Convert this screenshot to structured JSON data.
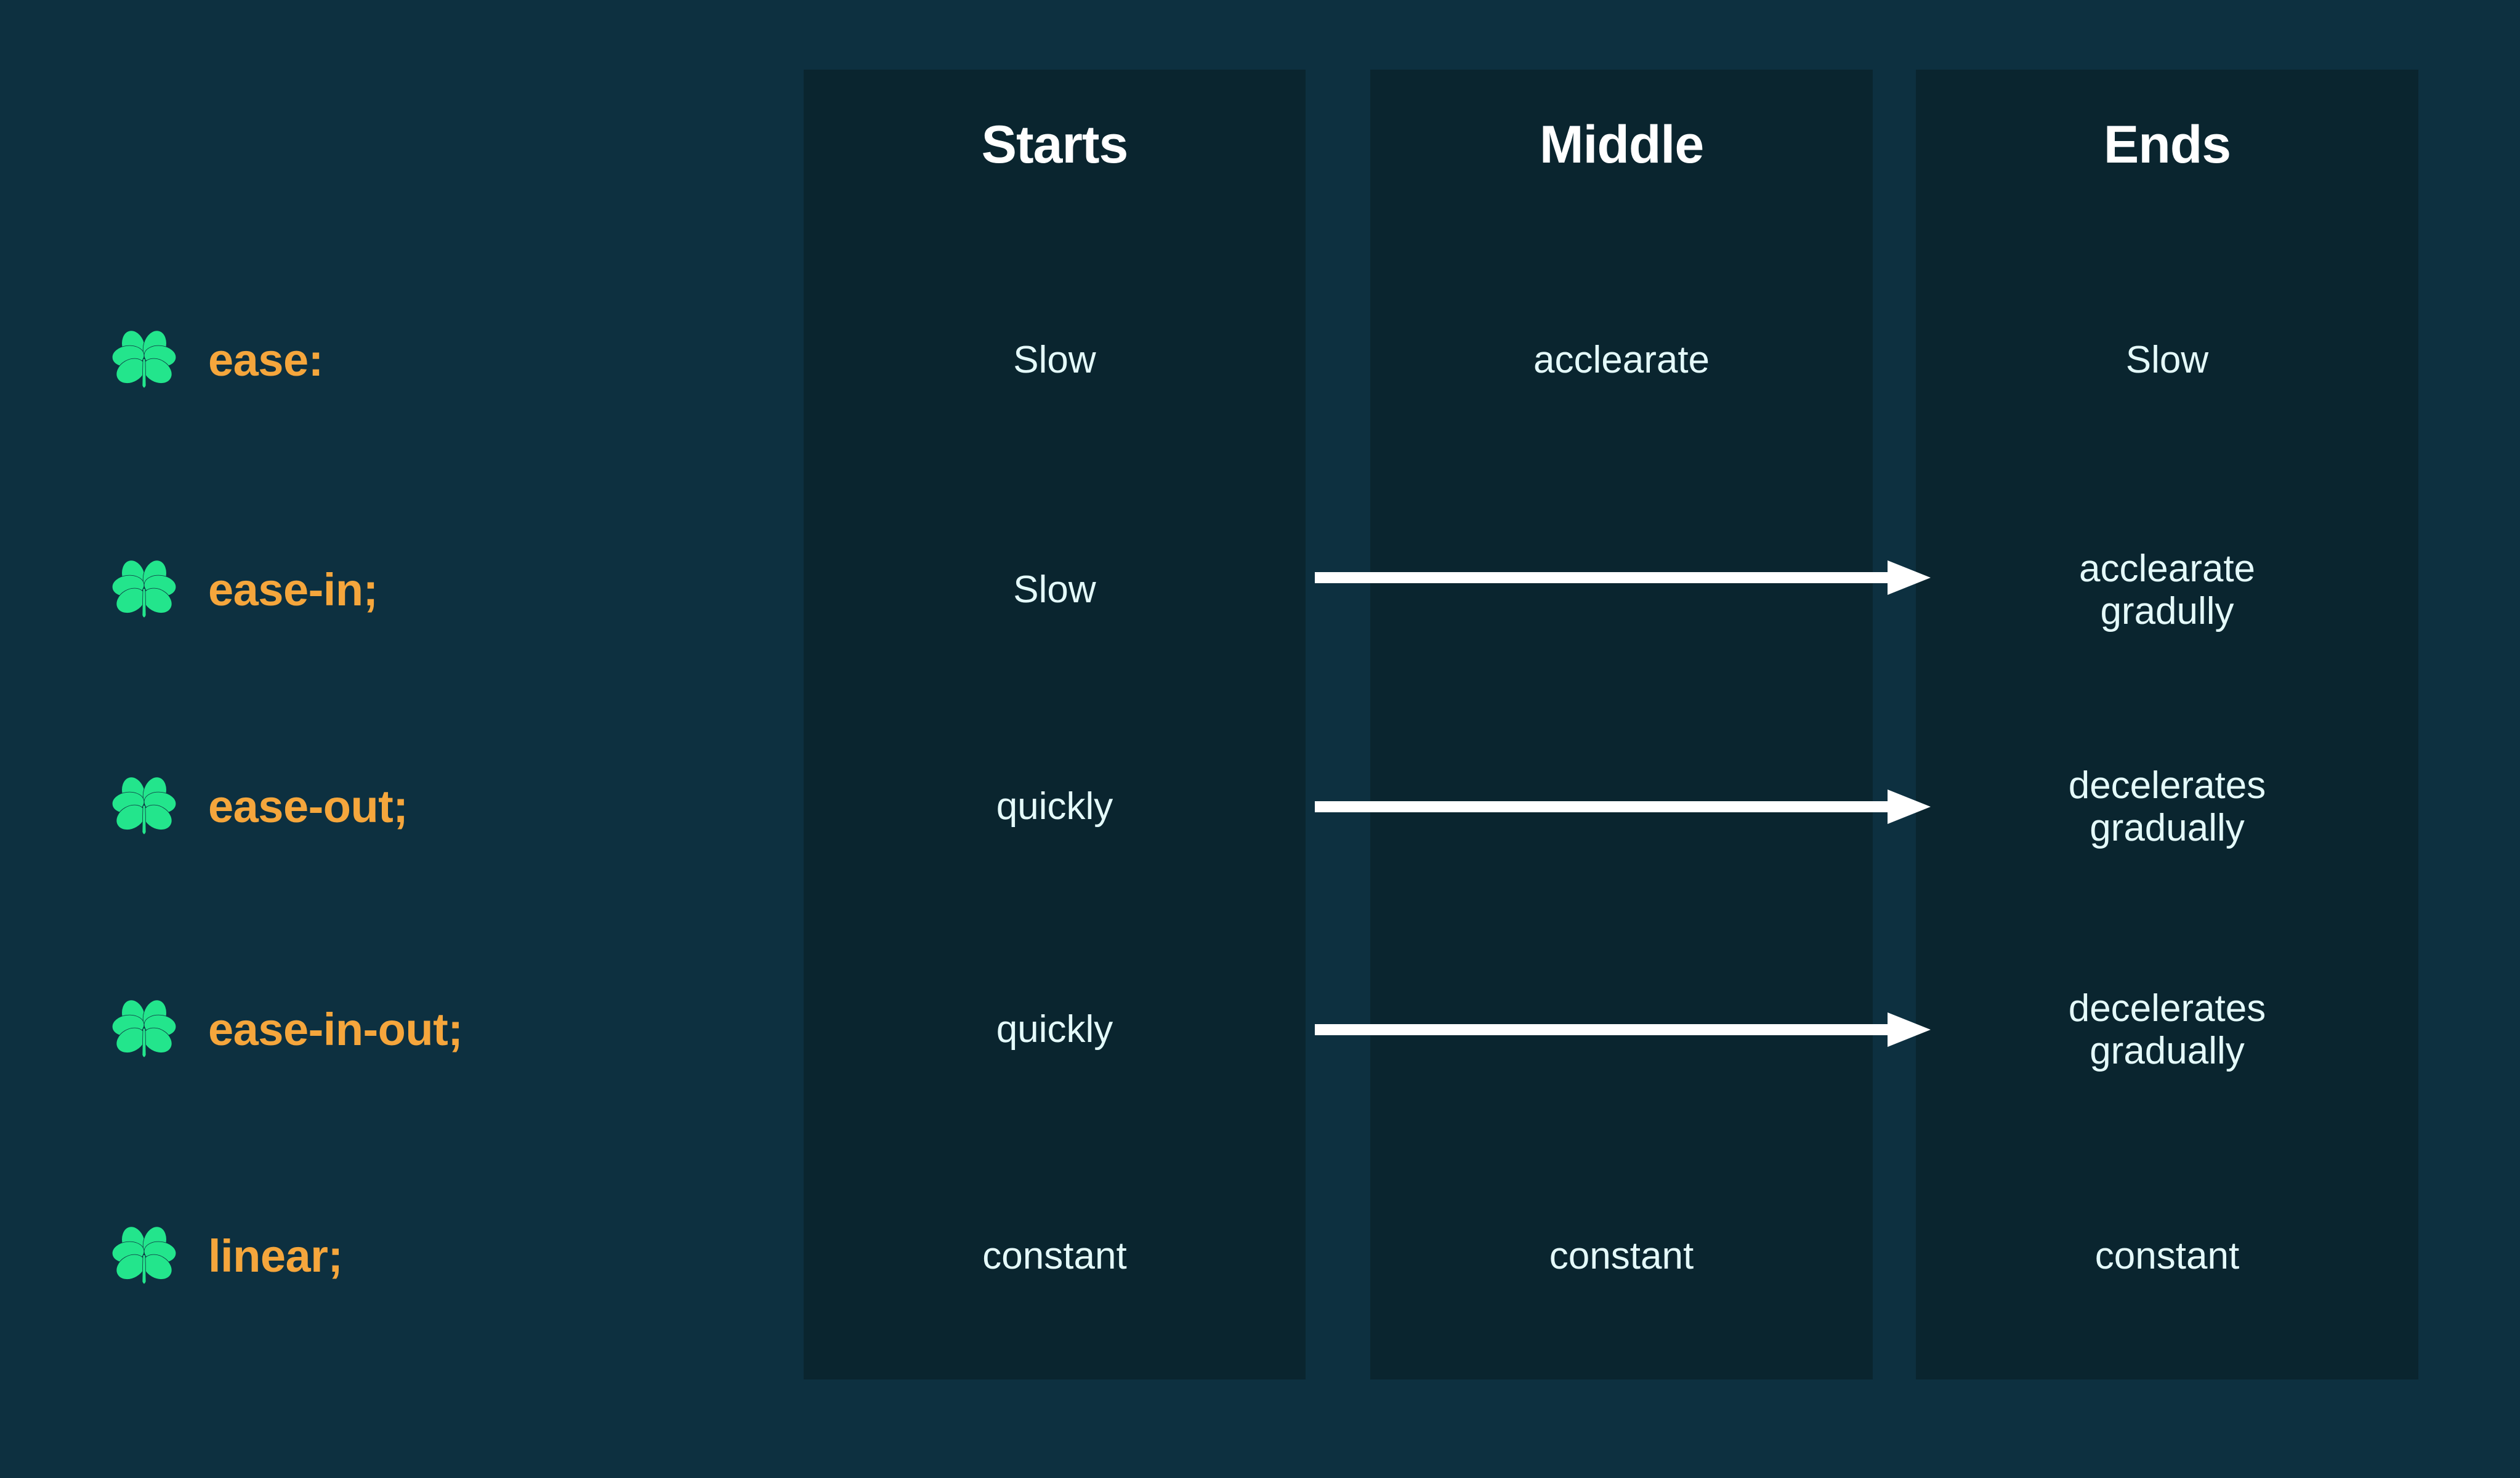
{
  "theme": {
    "page_background": "#0d3040",
    "panel_background": "#0a252f",
    "accent_orange": "#f5a63c",
    "accent_green": "#23e58c",
    "cell_text": "#e4fafa",
    "header_text": "#ffffff",
    "arrow_color": "#ffffff"
  },
  "columns": [
    {
      "label": "Starts"
    },
    {
      "label": "Middle"
    },
    {
      "label": "Ends"
    }
  ],
  "rows": [
    {
      "label": "ease:",
      "icon": "clover-icon",
      "starts": "Slow",
      "middle": "acclearate",
      "ends": "Slow",
      "arrow": false
    },
    {
      "label": "ease-in;",
      "icon": "clover-icon",
      "starts": "Slow",
      "middle": "",
      "ends": "acclearate\ngradully",
      "arrow": true
    },
    {
      "label": "ease-out;",
      "icon": "clover-icon",
      "starts": "quickly",
      "middle": "",
      "ends": "decelerates\ngradually",
      "arrow": true
    },
    {
      "label": "ease-in-out;",
      "icon": "clover-icon",
      "starts": "quickly",
      "middle": "",
      "ends": "decelerates\ngradually",
      "arrow": true
    },
    {
      "label": "linear;",
      "icon": "clover-icon",
      "starts": "constant",
      "middle": "constant",
      "ends": "constant",
      "arrow": false
    }
  ]
}
